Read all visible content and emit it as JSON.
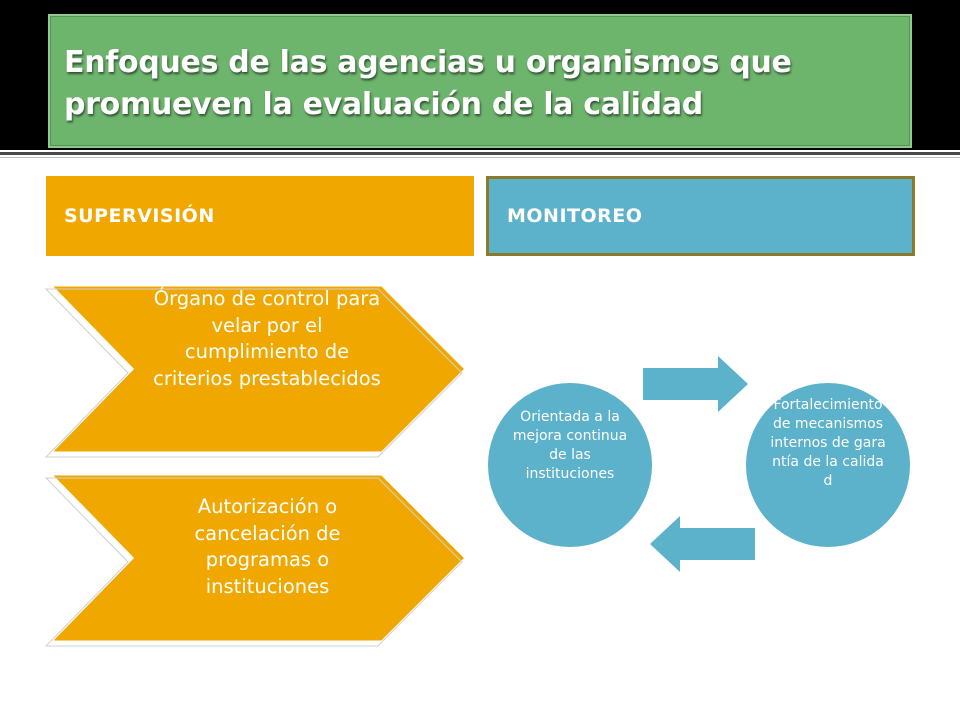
{
  "slide": {
    "title": "Enfoques de las agencias u organismos que promueven la evaluación de la calidad",
    "colors": {
      "title_bg": "#6db46d",
      "supervision": "#f0a800",
      "monitoreo": "#5cb1cb",
      "background": "#ffffff",
      "top_band": "#000000"
    }
  },
  "supervision": {
    "header": "SUPERVISIÓN",
    "steps": [
      "Órgano de control para velar por el cumplimiento de criterios prestablecidos",
      "Autorización o cancelación de programas o instituciones"
    ]
  },
  "monitoreo": {
    "header": "MONITOREO",
    "cycle": [
      "Orientada a la mejora continua de las instituciones",
      "Fortalecimiento de mecanismos internos de garantía de la calidad"
    ],
    "arrows": [
      "right-arrow-icon",
      "left-arrow-icon"
    ]
  }
}
